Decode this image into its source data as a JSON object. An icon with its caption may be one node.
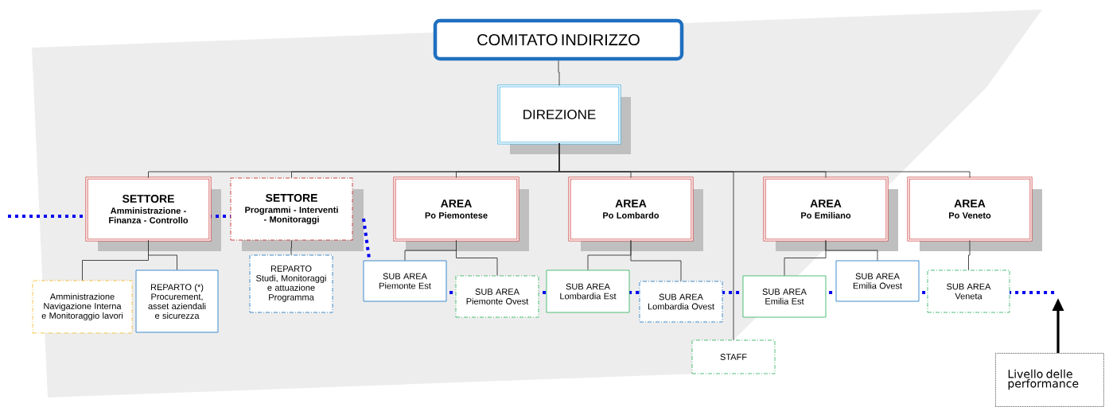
{
  "diagram": {
    "nodes": [
      {
        "text": [
          "COMITATO INDIRIZZO"
        ]
      },
      {
        "text": [
          "DIREZIONE"
        ]
      },
      {
        "text": [
          "SETTORE",
          "Amministrazione - Finanza - Controllo"
        ]
      },
      {
        "text": [
          "SETTORE",
          "Programmi - Interventi - Monitoraggi"
        ]
      },
      {
        "text": [
          "AREA",
          "Po Piemontese"
        ]
      },
      {
        "text": [
          "AREA",
          "Po Lombardo"
        ]
      },
      {
        "text": [
          "AREA",
          "Po Emiliano"
        ]
      },
      {
        "text": [
          "AREA",
          "Po Veneto"
        ]
      },
      {
        "text": [
          "Amministrazione Navigazione Interna e Monitoraggio lavori"
        ]
      },
      {
        "text": [
          "REPARTO (*)",
          "Procurement, asset aziendali e sicurezza"
        ]
      },
      {
        "text": [
          "REPARTO",
          "Studi, Monitoraggi e attuazione Programma"
        ]
      },
      {
        "text": [
          "SUB AREA",
          "Piemonte Est"
        ]
      },
      {
        "text": [
          "SUB AREA",
          "Piemonte Ovest"
        ]
      },
      {
        "text": [
          "SUB AREA",
          "Lombardia Est"
        ]
      },
      {
        "text": [
          "SUB AREA",
          "Lombardia Ovest"
        ]
      },
      {
        "text": [
          "STAFF"
        ]
      },
      {
        "text": [
          "SUB AREA",
          "Emilia Est"
        ]
      },
      {
        "text": [
          "SUB AREA",
          "Emilia Ovest"
        ]
      },
      {
        "text": [
          "SUB AREA",
          "Veneta"
        ]
      },
      {
        "text": [
          "Livello delle performance"
        ]
      }
    ],
    "edges": [
      {
        "from": 0,
        "to": 1,
        "arrow": "none"
      },
      {
        "from": 1,
        "to": 2,
        "arrow": "none"
      },
      {
        "from": 1,
        "to": 3,
        "arrow": "none"
      },
      {
        "from": 1,
        "to": 4,
        "arrow": "none"
      },
      {
        "from": 1,
        "to": 5,
        "arrow": "none"
      },
      {
        "from": 1,
        "to": 6,
        "arrow": "none"
      },
      {
        "from": 1,
        "to": 7,
        "arrow": "none"
      },
      {
        "from": 1,
        "to": 15,
        "arrow": "none"
      },
      {
        "from": 2,
        "to": 8,
        "arrow": "none"
      },
      {
        "from": 2,
        "to": 9,
        "arrow": "none"
      },
      {
        "from": 3,
        "to": 10,
        "arrow": "none"
      },
      {
        "from": 4,
        "to": 11,
        "arrow": "none"
      },
      {
        "from": 4,
        "to": 12,
        "arrow": "none"
      },
      {
        "from": 5,
        "to": 13,
        "arrow": "none"
      },
      {
        "from": 5,
        "to": 14,
        "arrow": "none"
      },
      {
        "from": 6,
        "to": 16,
        "arrow": "none"
      },
      {
        "from": 6,
        "to": 17,
        "arrow": "none"
      },
      {
        "from": 7,
        "to": 18,
        "arrow": "none"
      },
      {
        "from": 19,
        "to": null,
        "arrow": "to",
        "style": "thick"
      }
    ]
  }
}
